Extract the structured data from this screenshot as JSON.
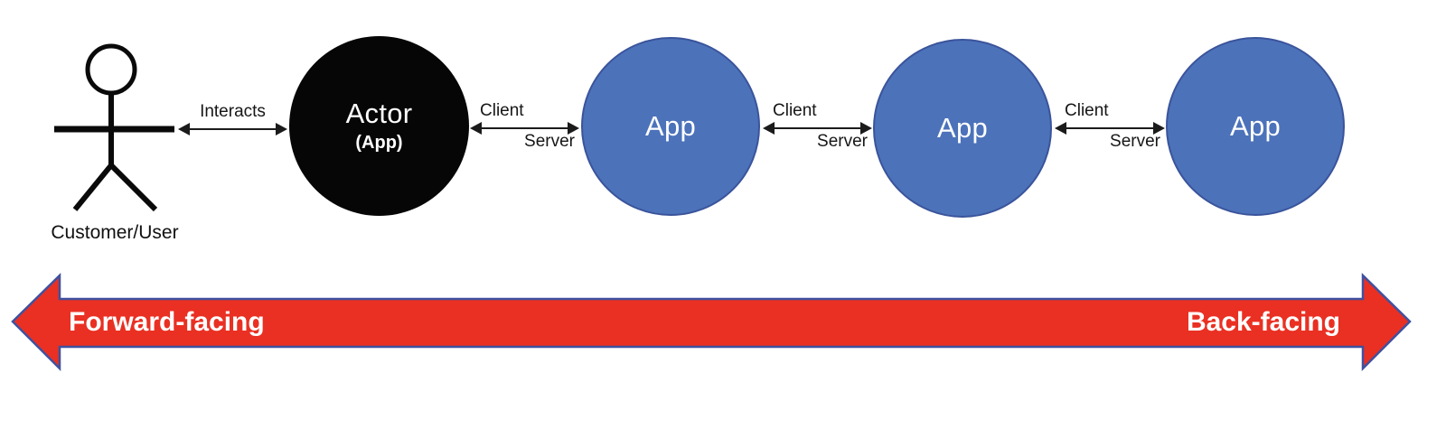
{
  "diagram": {
    "user": {
      "label": "Customer/User"
    },
    "nodes": [
      {
        "label": "Actor",
        "sublabel": "(App)",
        "fill": "#060606",
        "text_color": "#ffffff"
      },
      {
        "label": "App",
        "fill": "#4C72BA",
        "border": "#3A549B",
        "text_color": "#ffffff"
      },
      {
        "label": "App",
        "fill": "#4C72BA",
        "border": "#3A549B",
        "text_color": "#ffffff"
      },
      {
        "label": "App",
        "fill": "#4C72BA",
        "border": "#3A549B",
        "text_color": "#ffffff"
      }
    ],
    "connectors": [
      {
        "label": "Interacts"
      },
      {
        "client_label": "Client",
        "server_label": "Server"
      },
      {
        "client_label": "Client",
        "server_label": "Server"
      },
      {
        "client_label": "Client",
        "server_label": "Server"
      }
    ],
    "flow_axis": {
      "left_label": "Forward-facing",
      "right_label": "Back-facing",
      "fill": "#E93023",
      "border": "#3F51A0",
      "text_color": "#ffffff"
    }
  }
}
